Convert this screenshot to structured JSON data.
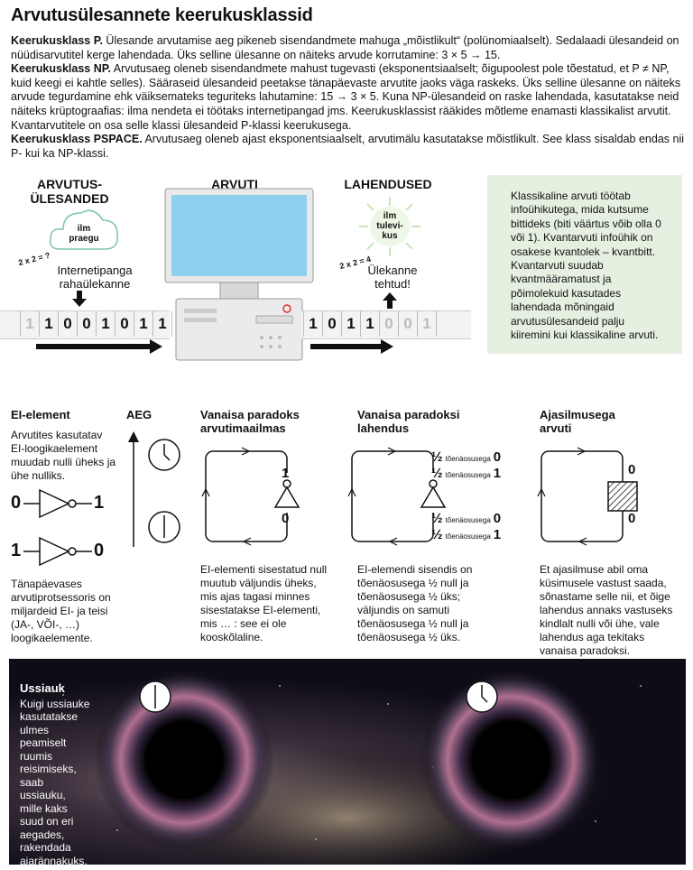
{
  "title": "Arvutusülesannete keerukusklassid",
  "intro": {
    "p": {
      "label": "Keerukusklass P.",
      "text": " Ülesande arvutamise aeg pikeneb sisendandmete mahuga „mõistlikult“ (polünomiaalselt). Sedalaadi ülesandeid on nüüdisarvutitel kerge lahendada. Üks selline ülesanne on näiteks arvude korrutamine: 3 × 5 → 15."
    },
    "np": {
      "label": "Keerukusklass NP.",
      "text": " Arvutusaeg oleneb sisendandmete mahust tugevasti (eksponentsiaalselt; õigupoolest pole tõestatud, et P ≠ NP, kuid keegi ei kahtle selles). Sääraseid ülesandeid peetakse tänapäevaste arvutite jaoks väga raskeks. Üks selline ülesanne on näiteks arvude tegurdamine ehk väiksemateks teguriteks lahutamine: 15 → 3 × 5. Kuna NP-ülesandeid on raske lahendada, kasutatakse neid näiteks krüptograafias: ilma nendeta ei töötaks internetipangad jms. Keerukusklassist rääkides mõtleme enamasti klassikalist arvutit. Kvantarvutitele on osa selle klassi ülesandeid P-klassi keerukusega."
    },
    "pspace": {
      "label": "Keerukusklass PSPACE.",
      "text": " Arvutusaeg oleneb ajast eksponentsiaalselt, arvutimälu kasutatakse mõistlikult. See klass sisaldab endas nii P- kui ka NP-klassi."
    }
  },
  "diagram": {
    "tasks_header": "ARVUTUS-\nÜLESANDED",
    "computer_header": "ARVUTI",
    "solutions_header": "LAHENDUSED",
    "cloud_label": "ilm\npraegu",
    "sun_label": "ilm\ntulevi-\nkus",
    "math_left": "2 x 2 = ?",
    "math_right": "2 x 2 = 4",
    "task_text": "Internetipanga\nrahaülekanne",
    "solution_text": "Ülekanne\ntehtud!",
    "bits_in": [
      "1",
      "1",
      "0",
      "0",
      "1",
      "0",
      "1",
      "1"
    ],
    "bits_out": [
      "1",
      "0",
      "1",
      "1",
      "0",
      "0",
      "1"
    ]
  },
  "infobox": "Klassikaline arvuti töötab infoühikutega, mida kutsume bittideks (biti väärtus võib olla 0 või 1). Kvantarvuti infoühik on osakese kvantolek – kvantbitt. Kvantarvuti suudab kvantmääramatust ja põimolekuid kasutades lahendada mõningaid arvutusülesandeid palju kiiremini kui klassikaline arvuti.",
  "columns": {
    "el": {
      "title": "EI-element",
      "text": "Arvutites kasutatav EI-loogikaelement muudab nulli üheks ja ühe nulliks.",
      "in1": "0",
      "out1": "1",
      "in2": "1",
      "out2": "0",
      "text2": "Tänapäevases arvutiprotsessoris on miljardeid EI- ja teisi (JA-, VÕI-, …) loogikaelemente."
    },
    "aeg": {
      "title": "AEG"
    },
    "paradox": {
      "title": "Vanaisa paradoks arvutimaailmas",
      "one": "1",
      "zero": "0",
      "text": "EI-elementi sisestatud null muutub väljundis üheks, mis ajas tagasi minnes sisestatakse EI-elementi, mis … : see ei ole kooskõlaline."
    },
    "resolution": {
      "title": "Vanaisa paradoksi lahendus",
      "half": "½",
      "prob": "tõenäosusega",
      "zero": "0",
      "one": "1",
      "text": "EI-elemendi sisendis on tõenäosusega ½ null ja tõenäosusega ½ üks; väljundis on samuti tõenäosusega ½ null ja tõenäosusega ½ üks."
    },
    "timetravel": {
      "title": "Ajasilmusega arvuti",
      "zero_top": "0",
      "zero_bottom": "0",
      "text": "Et ajasilmuse abil oma küsimusele vastust saada, sõnastame selle nii, et õige lahendus annaks vastuseks kindlalt nulli või ühe, vale lahendus aga tekitaks vanaisa paradoksi."
    }
  },
  "wormhole": {
    "title": "Ussiauk",
    "text": "Kuigi ussiauke kasutatakse ulmes peamiselt ruumis reisimiseks, saab ussiauku, mille kaks suud on eri aegades, rakendada ajarännakuks."
  }
}
